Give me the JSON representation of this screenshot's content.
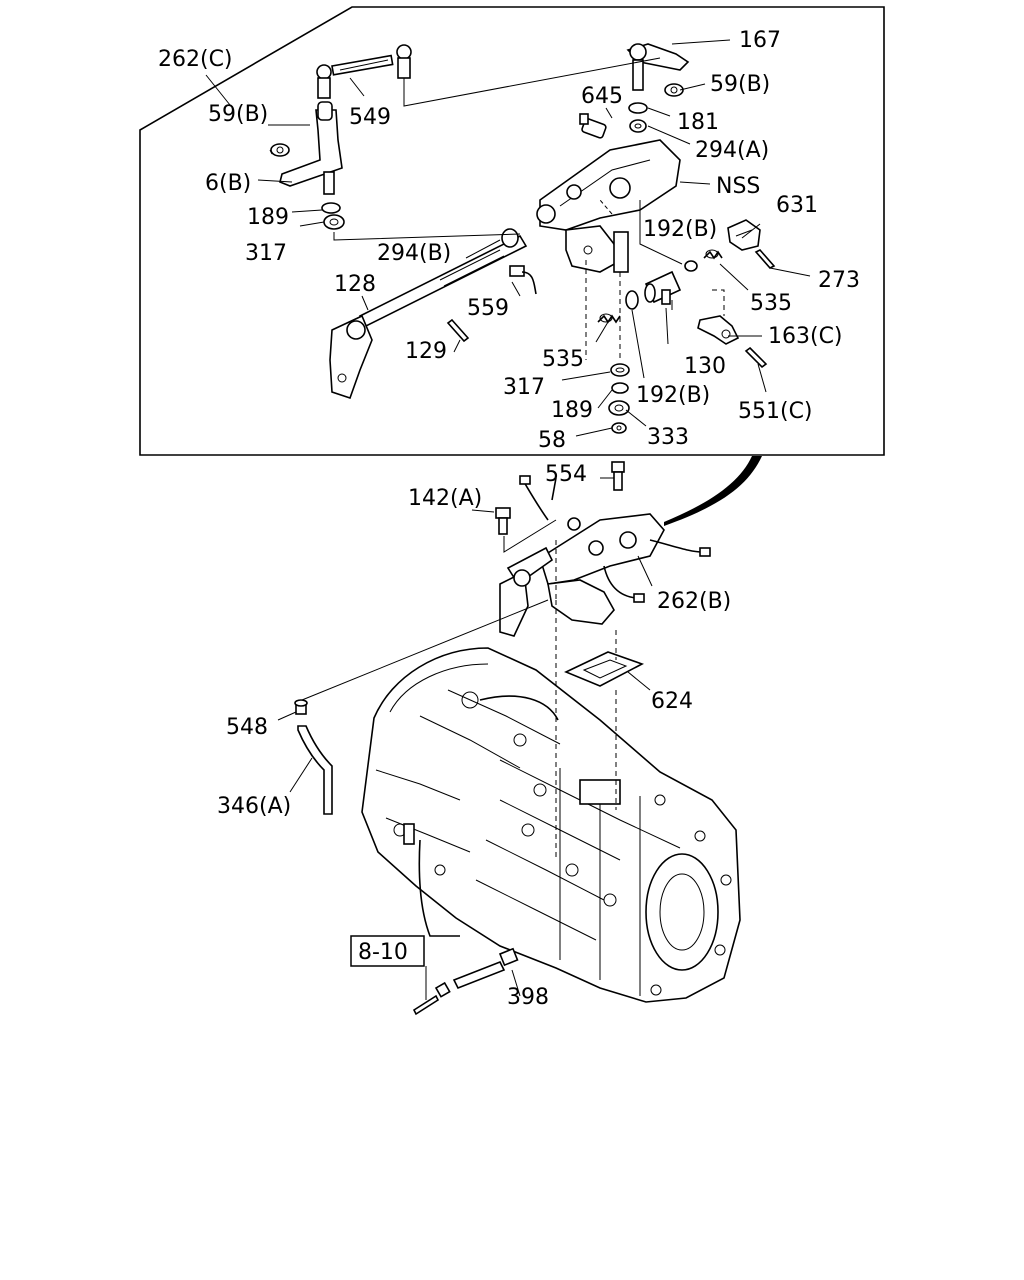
{
  "labels": {
    "l262c": "262(C)",
    "l167": "167",
    "l59b_top": "59(B)",
    "l645": "645",
    "l181": "181",
    "l59b_left": "59(B)",
    "l549": "549",
    "l294a": "294(A)",
    "l6b": "6(B)",
    "lnss": "NSS",
    "l189_top": "189",
    "l631": "631",
    "l192b_top": "192(B)",
    "l317_top": "317",
    "l294b": "294(B)",
    "l273": "273",
    "l128": "128",
    "l559": "559",
    "l535_right": "535",
    "l129": "129",
    "l163c": "163(C)",
    "l535_mid": "535",
    "l130": "130",
    "l317_mid": "317",
    "l192b_mid": "192(B)",
    "l189_mid": "189",
    "l551c": "551(C)",
    "l58": "58",
    "l333": "333",
    "l554": "554",
    "l142a": "142(A)",
    "l262b": "262(B)",
    "l624": "624",
    "l548": "548",
    "l346a": "346(A)",
    "l8_10": "8-10",
    "l398": "398"
  }
}
